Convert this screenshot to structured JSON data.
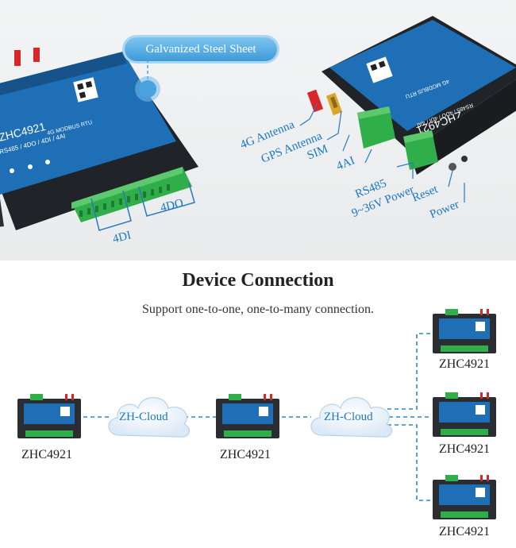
{
  "top_section": {
    "callouts": {
      "galvanized": "Galvanized Steel Sheet",
      "di": "4DI",
      "do": "4DO",
      "antenna_4g": "4G Antenna",
      "antenna_gps": "GPS Antenna",
      "sim": "SIM",
      "ai": "4AI",
      "rs485": "RS485",
      "power_range": "9~36V Power",
      "reset": "Reset",
      "power": "Power"
    },
    "device_left": {
      "model": "ZHC4921",
      "spec": "RS485 / 4DO / 4DI / 4AI",
      "series": "4G MODBUS RTU"
    },
    "device_right": {
      "model": "ZHC4921",
      "spec": "RS485 / 4DO / 4DI / 4AI",
      "series": "4G MODBUS RTU"
    }
  },
  "connection_section": {
    "title": "Device Connection",
    "subtitle": "Support one-to-one, one-to-many connection.",
    "nodes": [
      {
        "label": "ZHC4921"
      },
      {
        "label": "ZHC4921"
      },
      {
        "label": "ZHC4921"
      },
      {
        "label": "ZHC4921"
      },
      {
        "label": "ZHC4921"
      }
    ],
    "clouds": [
      {
        "label": "ZH-Cloud"
      },
      {
        "label": "ZH-Cloud"
      }
    ]
  },
  "colors": {
    "accent_blue": "#1a78c2",
    "device_blue": "#1e6fb5",
    "terminal_green": "#2fae4a",
    "device_body": "#2a2d31",
    "antenna_red": "#d8262b"
  }
}
